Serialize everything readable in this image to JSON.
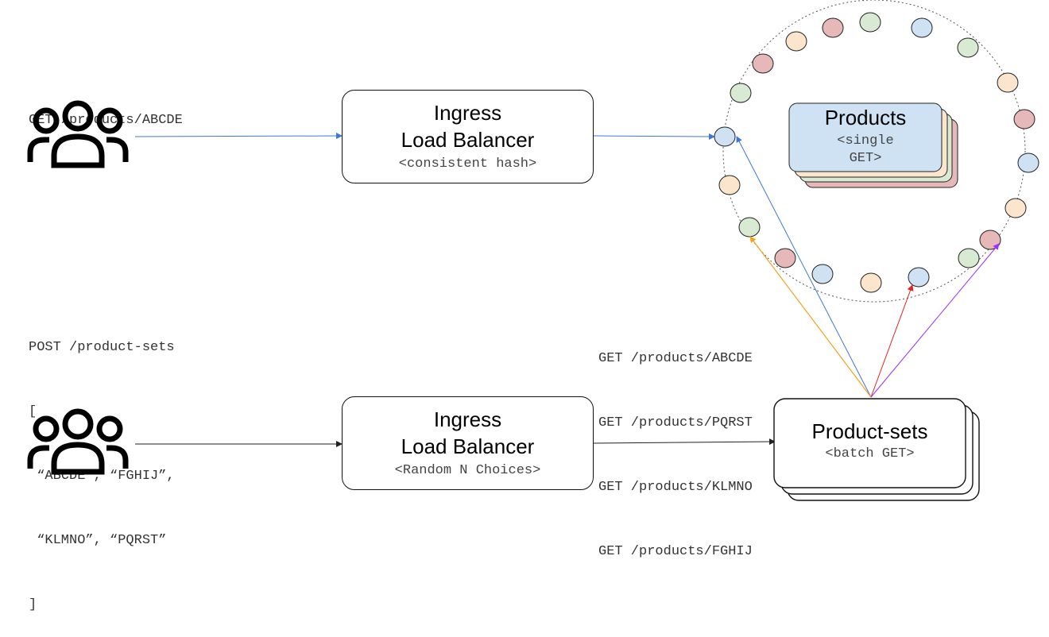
{
  "clients": {
    "top": {
      "request": [
        "GET /products/ABCDE"
      ]
    },
    "bottom": {
      "request": [
        "POST /product-sets",
        "[",
        " “ABCDE”, “FGHIJ”,",
        " “KLMNO”, “PQRST”",
        "]"
      ]
    }
  },
  "lb_top": {
    "title_line1": "Ingress",
    "title_line2": "Load Balancer",
    "strategy": "<consistent hash>"
  },
  "lb_bottom": {
    "title_line1": "Ingress",
    "title_line2": "Load Balancer",
    "strategy": "<Random N Choices>"
  },
  "products": {
    "title": "Products",
    "sub_line1": "<single",
    "sub_line2": "GET>"
  },
  "product_sets": {
    "title": "Product-sets",
    "sub": "<batch GET>"
  },
  "batch_requests": [
    "GET /products/ABCDE",
    "GET /products/PQRST",
    "GET /products/KLMNO",
    "GET /products/FGHIJ"
  ],
  "colors": {
    "node_blue": "#cfe2f3",
    "node_orange": "#fce5cd",
    "node_green": "#d9ead3",
    "node_red": "#e6b8b7",
    "arrow_blue": "#3c78d8",
    "arrow_orange": "#f6a21e",
    "arrow_red": "#e3231e",
    "arrow_purple": "#9b30ff"
  },
  "ring_node_colors": [
    "blue",
    "orange",
    "orange",
    "green",
    "red",
    "green",
    "blue",
    "green",
    "orange",
    "red",
    "blue",
    "orange",
    "red",
    "green",
    "blue",
    "orange",
    "blue",
    "orange",
    "red",
    "green",
    "orange",
    "blue",
    "green",
    "red"
  ]
}
